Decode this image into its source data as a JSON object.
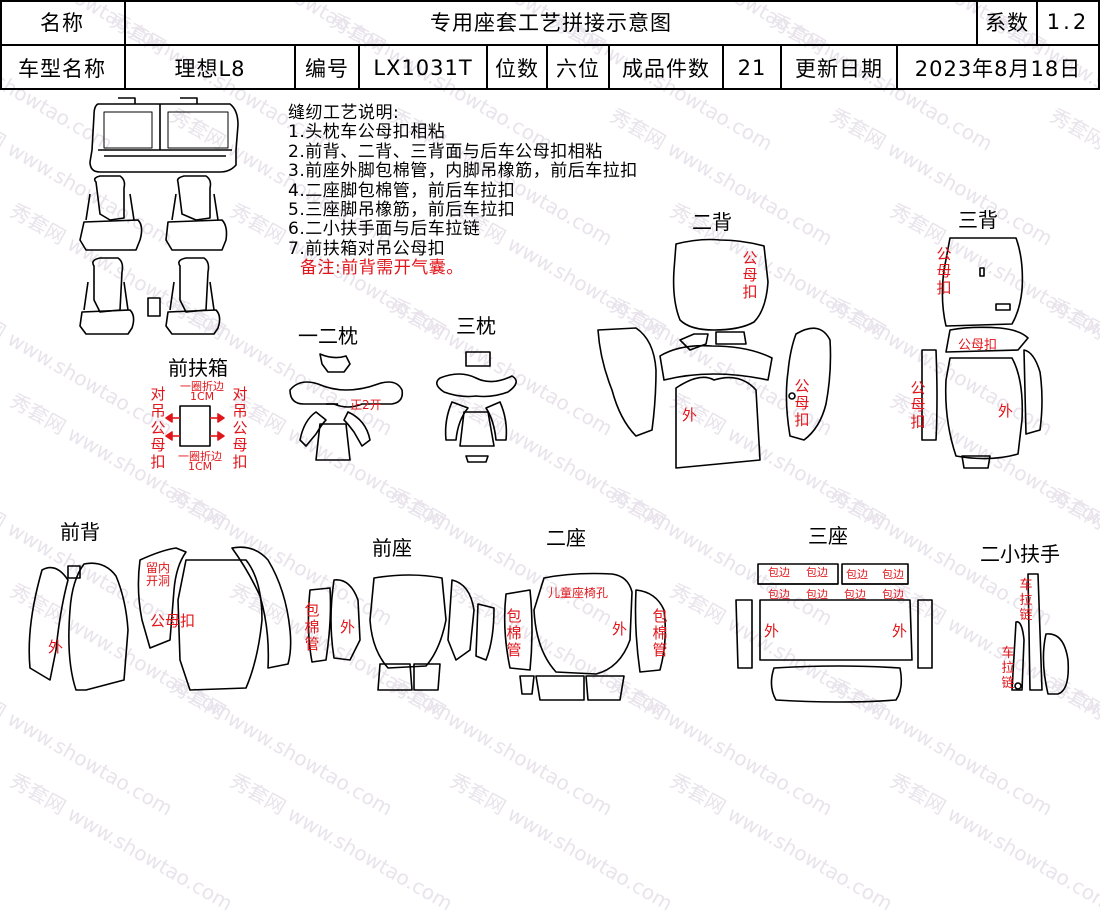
{
  "header": {
    "name_label": "名称",
    "title": "专用座套工艺拼接示意图",
    "coef_label": "系数",
    "coef_value": "1.2",
    "model_label": "车型名称",
    "model_value": "理想L8",
    "code_label": "编号",
    "code_value": "LX1031T",
    "seat_label": "位数",
    "seat_value": "六位",
    "pieces_label": "成品件数",
    "pieces_value": "21",
    "date_label": "更新日期",
    "date_value": "2023年8月18日"
  },
  "notes": {
    "title": "缝纫工艺说明:",
    "items": [
      "1.头枕车公母扣相粘",
      "2.前背、二背、三背面与后车公母扣相粘",
      "3.前座外脚包棉管，内脚吊橡筋，前后车拉扣",
      "4.二座脚包棉管，前后车拉扣",
      "5.三座脚吊橡筋，前后车拉扣",
      "6.二小扶手面与后车拉链",
      "7.前扶箱对吊公母扣"
    ],
    "remark": "备注:前背需开气囊。"
  },
  "sections": {
    "front_box": "前扶箱",
    "headrest_12": "一二枕",
    "headrest_3": "三枕",
    "back_2": "二背",
    "back_3": "三背",
    "front_back": "前背",
    "front_seat": "前座",
    "seat_2": "二座",
    "seat_3": "三座",
    "armrest_2": "二小扶手"
  },
  "annotations": {
    "fold_top": "一圈折边",
    "fold_top_size": "1CM",
    "fold_bottom": "一圈折边",
    "fold_bottom_size": "1CM",
    "pair_left": "对吊公母扣",
    "pair_right": "对吊公母扣",
    "headrest_open": "正2开",
    "snap_back2_a": "公母扣",
    "snap_back2_b": "公母扣",
    "outer_back2": "外",
    "snap_back3_a": "公母扣",
    "snap_back3_top": "公母扣",
    "snap_back3_b": "公母扣",
    "outer_back3": "外",
    "fb_inner_open": "留内开洞",
    "fb_snap": "公母扣",
    "fb_outer": "外",
    "fs_tube_l": "包棉管",
    "fs_outer": "外",
    "s2_child": "儿童座椅孔",
    "s2_tube_l": "包棉管",
    "s2_outer": "外",
    "s2_tube_r": "包棉管",
    "s3_fold": [
      "包边",
      "包边",
      "包边",
      "包边",
      "包边",
      "包边",
      "包边",
      "包边"
    ],
    "s3_outer_l": "外",
    "s3_outer_r": "外",
    "arm_zip_a": "车拉链",
    "arm_zip_b": "车拉链"
  },
  "watermark": {
    "text_cn": "秀套网",
    "text_en": "www.showtao.com"
  }
}
